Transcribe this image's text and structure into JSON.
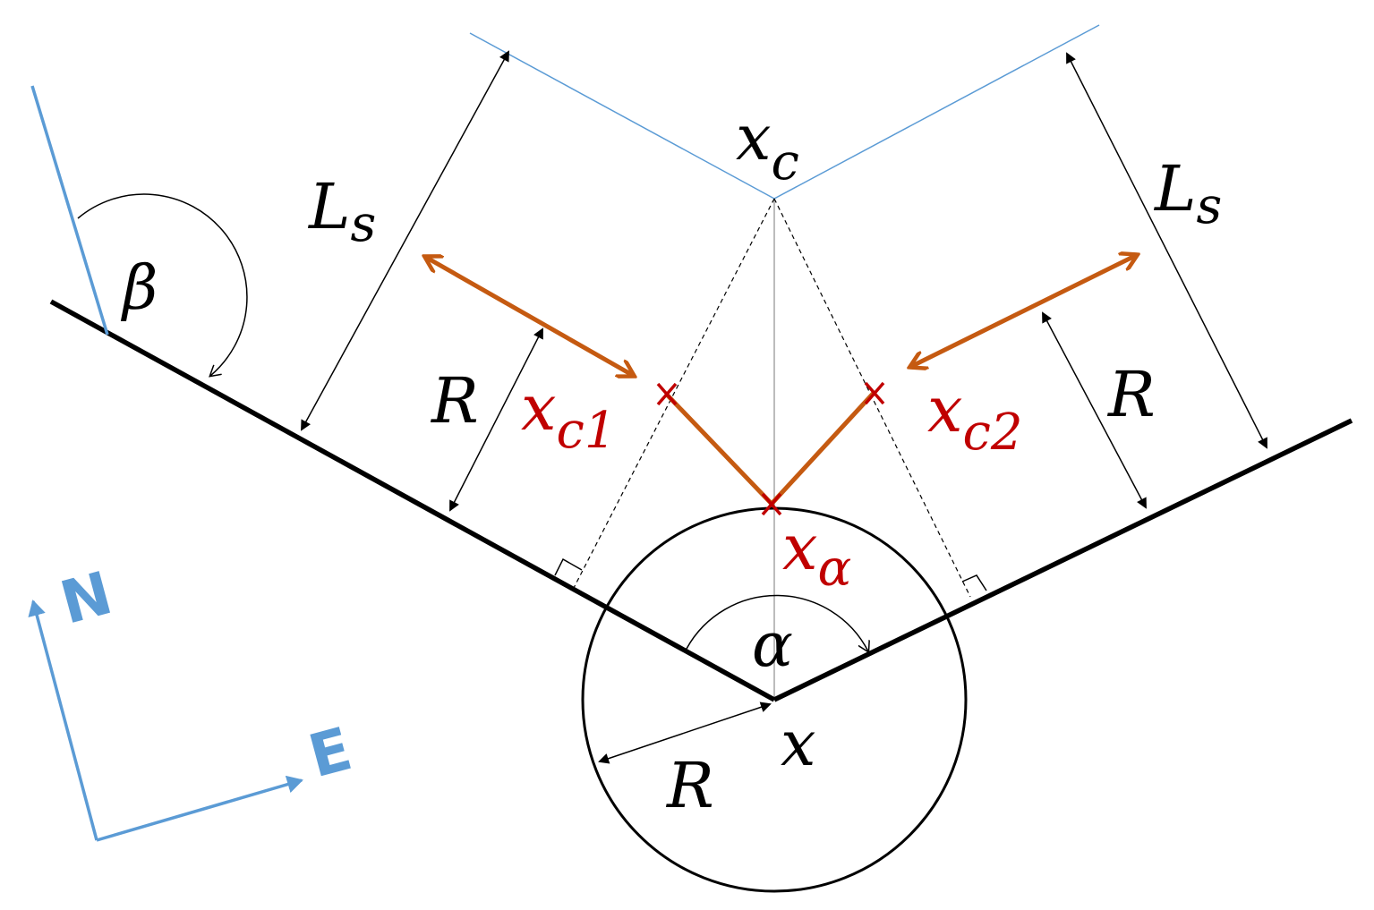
{
  "labels": {
    "xc": {
      "main": "x",
      "sub": "c"
    },
    "ls_left": {
      "main": "L",
      "sub": "s"
    },
    "ls_right": {
      "main": "L",
      "sub": "s"
    },
    "beta": "β",
    "r_left": "R",
    "r_right": "R",
    "r_bottom": "R",
    "xc1": {
      "main": "x",
      "sub": "c1"
    },
    "xc2": {
      "main": "x",
      "sub": "c2"
    },
    "xalpha": {
      "main": "x",
      "sub": "α"
    },
    "alpha": "α",
    "x": "x",
    "north": "N",
    "east": "E"
  },
  "colors": {
    "black": "#000000",
    "blue": "#5b9bd5",
    "orange": "#c55a11",
    "red": "#c00000",
    "gray": "#a6a6a6"
  }
}
